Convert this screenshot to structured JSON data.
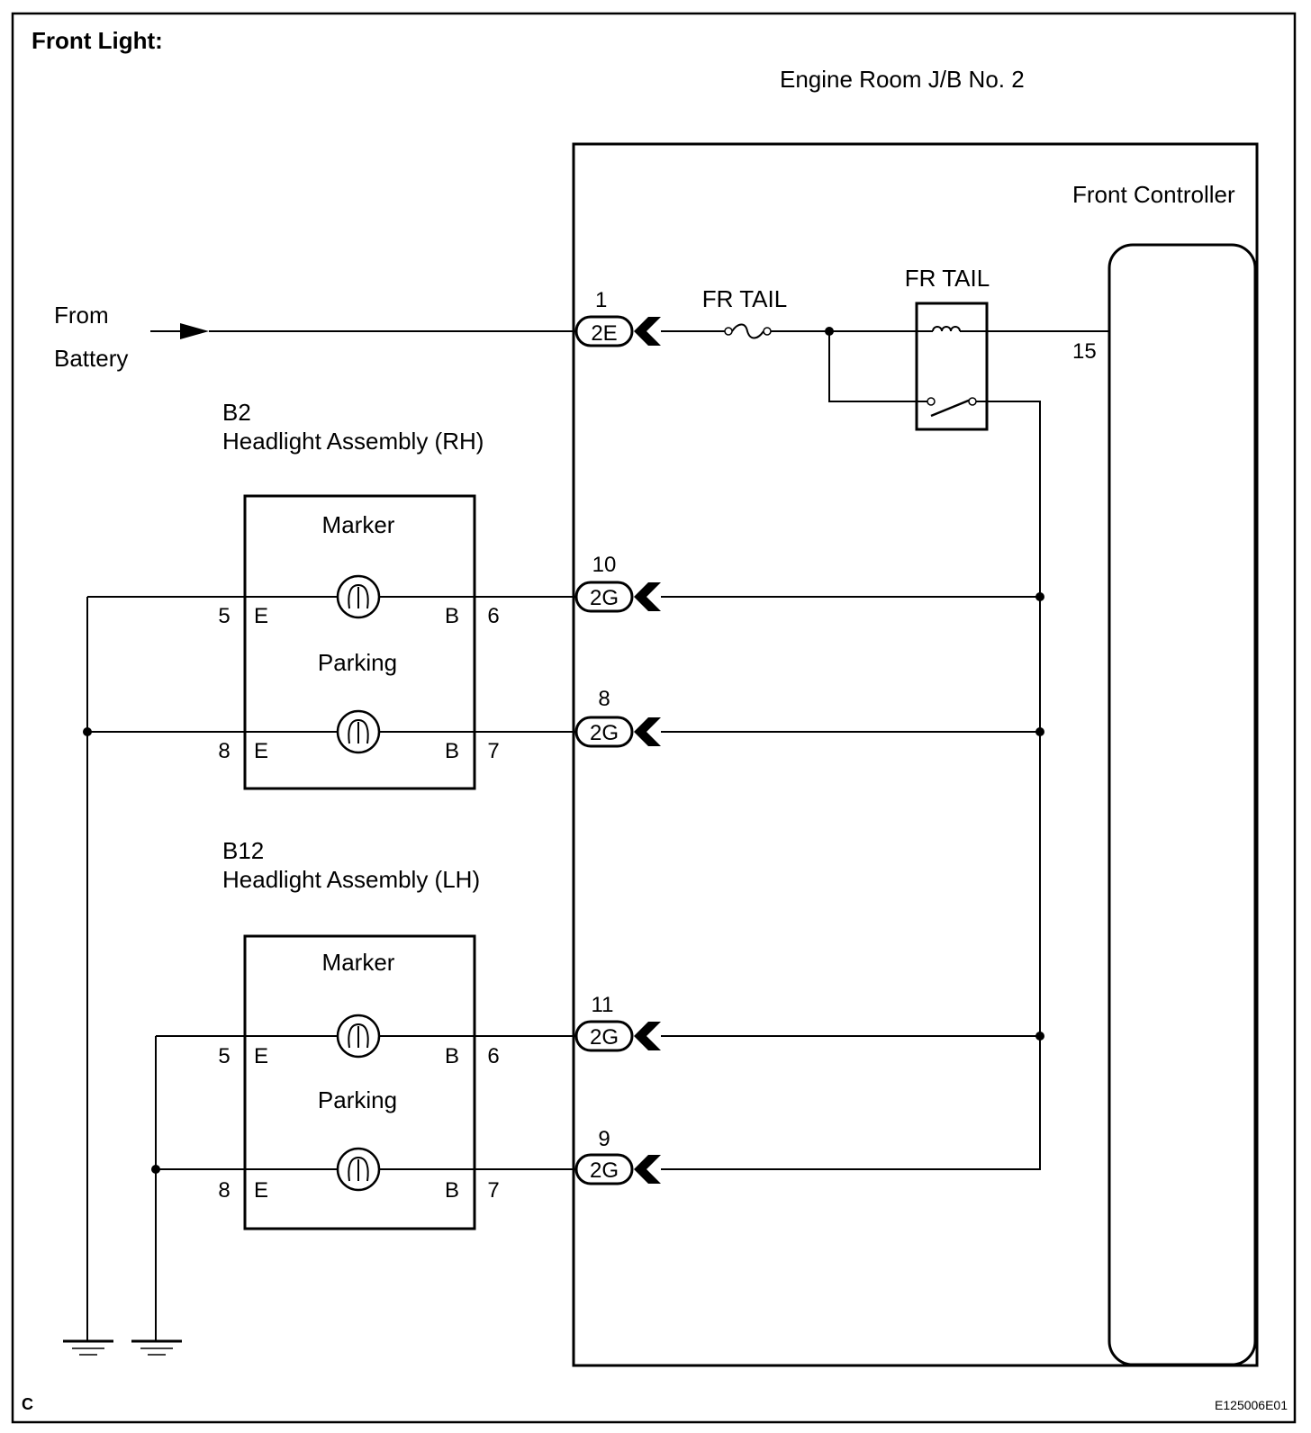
{
  "title": "Front Light:",
  "jb_label": "Engine Room J/B No. 2",
  "front_controller": {
    "label": "Front Controller",
    "pin": "15"
  },
  "battery": {
    "line1": "From",
    "line2": "Battery"
  },
  "fuse": {
    "label": "FR TAIL"
  },
  "relay": {
    "label": "FR TAIL"
  },
  "connectors": [
    {
      "pin": "1",
      "code": "2E"
    },
    {
      "pin": "10",
      "code": "2G"
    },
    {
      "pin": "8",
      "code": "2G"
    },
    {
      "pin": "11",
      "code": "2G"
    },
    {
      "pin": "9",
      "code": "2G"
    }
  ],
  "headlights": [
    {
      "id": "B2",
      "name": "Headlight Assembly (RH)",
      "bulbs": [
        {
          "label": "Marker",
          "e_pin": "5",
          "e_label": "E",
          "b_label": "B",
          "b_pin": "6"
        },
        {
          "label": "Parking",
          "e_pin": "8",
          "e_label": "E",
          "b_label": "B",
          "b_pin": "7"
        }
      ]
    },
    {
      "id": "B12",
      "name": "Headlight Assembly (LH)",
      "bulbs": [
        {
          "label": "Marker",
          "e_pin": "5",
          "e_label": "E",
          "b_label": "B",
          "b_pin": "6"
        },
        {
          "label": "Parking",
          "e_pin": "8",
          "e_label": "E",
          "b_label": "B",
          "b_pin": "7"
        }
      ]
    }
  ],
  "footer": {
    "left": "C",
    "right": "E125006E01"
  }
}
